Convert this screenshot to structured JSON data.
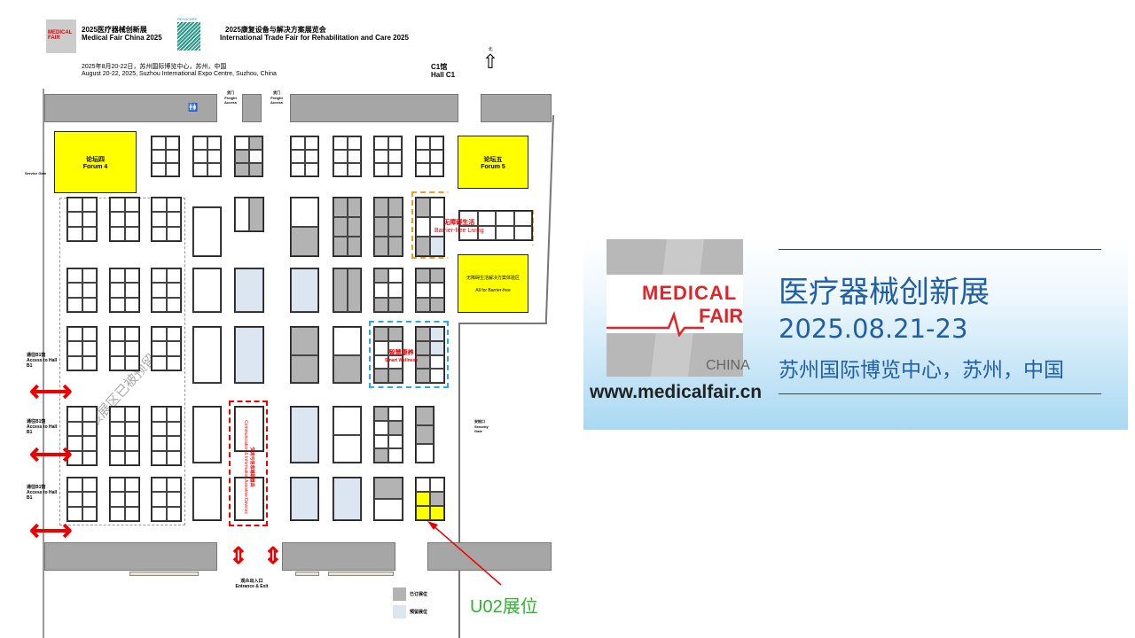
{
  "header": {
    "logo_left_text": "MEDICAL FAIR",
    "logo_right_text": "REHACARE",
    "title_cn": "2025医疗器械创新展",
    "title_en": "Medical Fair China 2025",
    "title2_cn": "2025康复设备与解决方案展览会",
    "title2_en": "International Trade Fair for Rehabilitation and Care 2025",
    "date_cn": "2025年8月20-22日，苏州国际博览中心，苏州，中国",
    "date_en": "August 20-22, 2025, Suzhou International Expo Centre, Suzhou, China",
    "hall_cn": "C1馆",
    "hall_en": "Hall C1",
    "compass": "北"
  },
  "map": {
    "freight1_cn": "货门",
    "freight1_en": "Freight Access",
    "freight2_cn": "货门",
    "freight2_en": "Freight Access",
    "forum4_cn": "论坛四",
    "forum4_en": "Forum 4",
    "forum5_cn": "论坛五",
    "forum5_en": "Forum 5",
    "barrier_cn": "无障碍生活",
    "barrier_en": "Barrier-free Living",
    "allbarrier_cn": "无障碍生活解决方案体验区",
    "allbarrier_en": "All for Barrier-free",
    "wellness_cn": "智慧康养",
    "wellness_en": "Smart Wellness",
    "comm_cn": "交流与信息辅助器具",
    "comm_en": "Communication & Information Assistive Devices",
    "reserved_zone": "该展区已被预留",
    "access1_cn": "通往B1馆",
    "access1_en": "Access to Hall B1",
    "access2_cn": "通往B1馆",
    "access2_en": "Access to Hall B1",
    "access3_cn": "通往B1馆",
    "access3_en": "Access to Hall B1",
    "security_cn": "安检口",
    "security_en": "Security Gate",
    "service_en": "Service Gate",
    "entrance_cn": "观众出入口",
    "entrance_en": "Entrance & Exit",
    "legend_booked": "已订展位",
    "legend_reserved": "预留展位",
    "callout": "U02展位"
  },
  "banner": {
    "logo_medical": "MEDICAL",
    "logo_fair": "FAIR",
    "logo_china": "CHINA",
    "url": "www.medicalfair.cn",
    "title": "医疗器械创新展",
    "dates": "2025.08.21-23",
    "venue": "苏州国际博览中心，苏州，中国"
  },
  "colors": {
    "accent_blue": "#1f5fa8",
    "callout_green": "#2db52d",
    "arrow_red": "#e00000"
  }
}
